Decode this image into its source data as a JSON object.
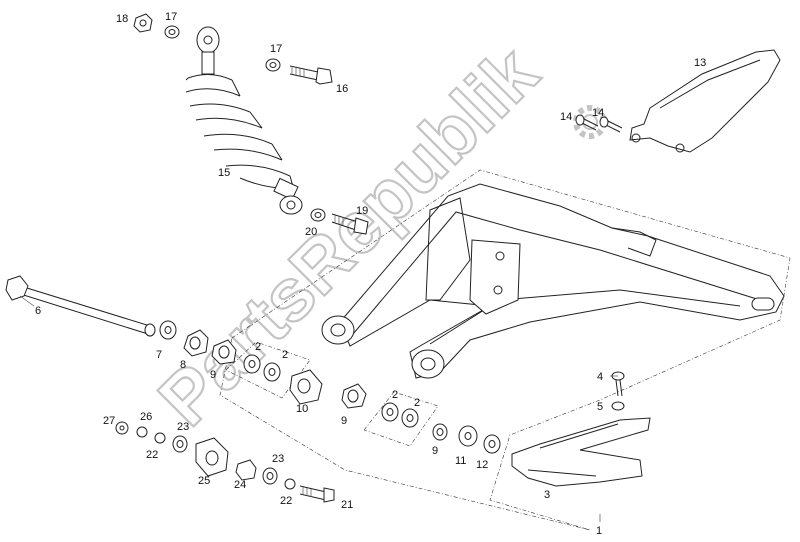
{
  "watermark": {
    "text": "PartsRepublik"
  },
  "labels": {
    "p1": "1",
    "p2a": "2",
    "p2b": "2",
    "p2c": "2",
    "p2d": "2",
    "p3": "3",
    "p4": "4",
    "p5": "5",
    "p6": "6",
    "p7": "7",
    "p8": "8",
    "p9a": "9",
    "p9b": "9",
    "p9c": "9",
    "p10": "10",
    "p11": "11",
    "p12": "12",
    "p13": "13",
    "p14a": "14",
    "p14b": "14",
    "p15": "15",
    "p16": "16",
    "p17a": "17",
    "p17b": "17",
    "p18": "18",
    "p19": "19",
    "p20": "20",
    "p21": "21",
    "p22a": "22",
    "p22b": "22",
    "p23a": "23",
    "p23b": "23",
    "p24": "24",
    "p25": "25",
    "p26": "26",
    "p27": "27"
  },
  "colors": {
    "line": "#222222",
    "watermark": "#c4c4c4",
    "background": "#ffffff"
  }
}
